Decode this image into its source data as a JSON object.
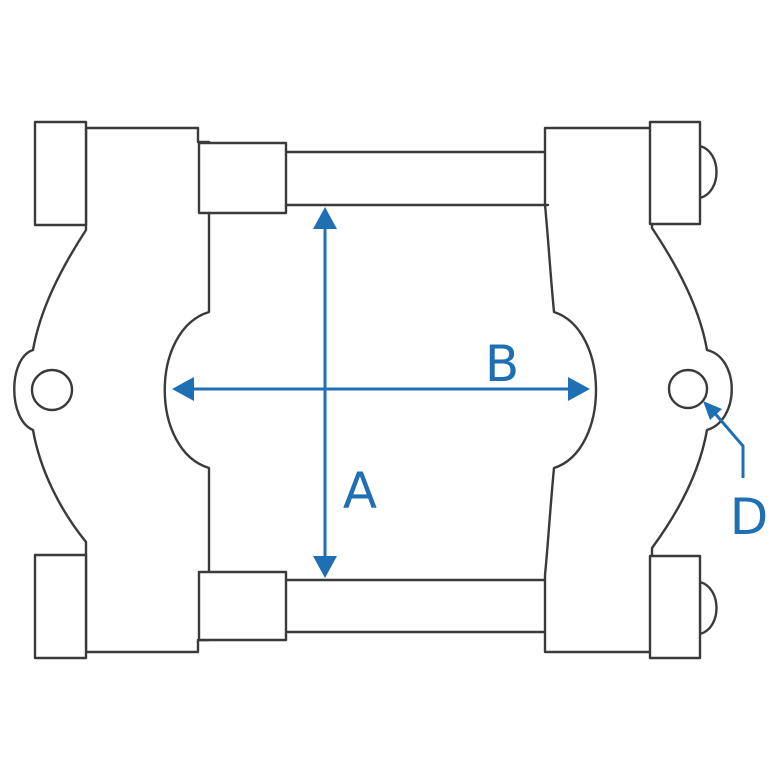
{
  "labels": {
    "a": "A",
    "b": "B",
    "d": "D"
  },
  "colors": {
    "outline": "#3a3a3a",
    "dimension": "#1f6fb4",
    "background": "#ffffff"
  }
}
